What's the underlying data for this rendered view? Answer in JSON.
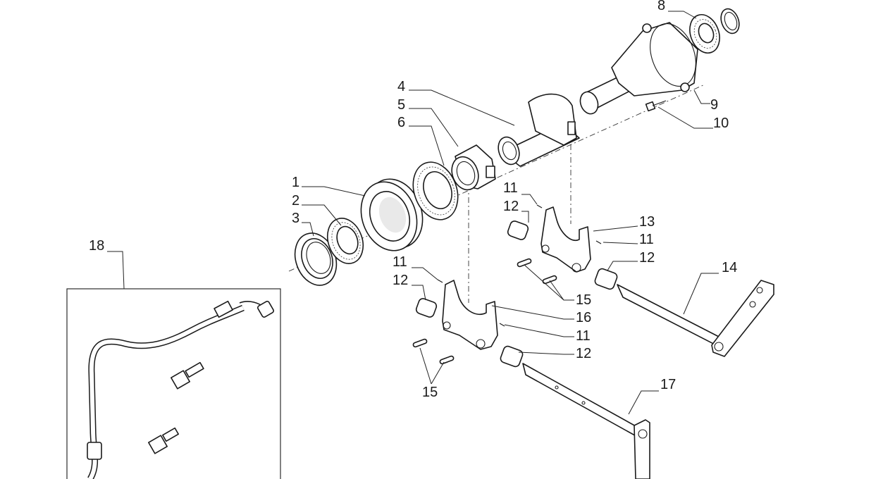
{
  "callouts": [
    {
      "id": "c1",
      "text": "1"
    },
    {
      "id": "c2",
      "text": "2"
    },
    {
      "id": "c3",
      "text": "3"
    },
    {
      "id": "c4",
      "text": "4"
    },
    {
      "id": "c5",
      "text": "5"
    },
    {
      "id": "c6",
      "text": "6"
    },
    {
      "id": "c8",
      "text": "8"
    },
    {
      "id": "c9",
      "text": "9"
    },
    {
      "id": "c10",
      "text": "10"
    },
    {
      "id": "c11a",
      "text": "11"
    },
    {
      "id": "c12a",
      "text": "12"
    },
    {
      "id": "c13",
      "text": "13"
    },
    {
      "id": "c11b",
      "text": "11"
    },
    {
      "id": "c12b",
      "text": "12"
    },
    {
      "id": "c14",
      "text": "14"
    },
    {
      "id": "c15a",
      "text": "15"
    },
    {
      "id": "c11c",
      "text": "11"
    },
    {
      "id": "c12c",
      "text": "12"
    },
    {
      "id": "c16",
      "text": "16"
    },
    {
      "id": "c11d",
      "text": "11"
    },
    {
      "id": "c12d",
      "text": "12"
    },
    {
      "id": "c15b",
      "text": "15"
    },
    {
      "id": "c17",
      "text": "17"
    },
    {
      "id": "c18",
      "text": "18"
    }
  ]
}
